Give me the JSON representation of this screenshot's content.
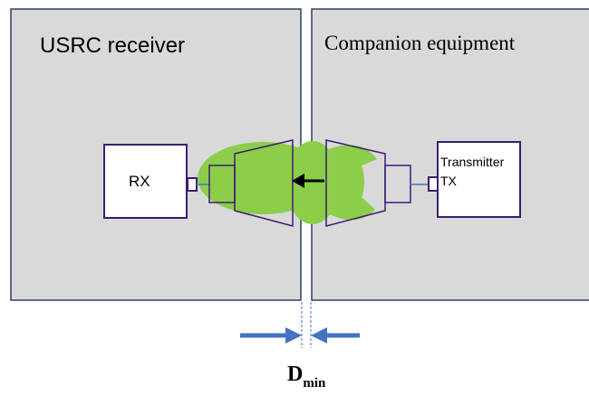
{
  "receiver_panel": {
    "title": "USRC receiver"
  },
  "companion_panel": {
    "title": "Companion equipment"
  },
  "rx_box": {
    "label": "RX"
  },
  "tx_box": {
    "label_line1": "Transmitter",
    "label_line2": "TX"
  },
  "distance": {
    "label": "D",
    "subscript": "min"
  },
  "colors": {
    "panel_fill": "#d9d9d9",
    "panel_stroke": "#2f3f63",
    "device_stroke": "#3b1e6e",
    "beam_green": "#8ccd4a",
    "arrow_blue": "#4472c4",
    "arrow_black": "#000000"
  }
}
